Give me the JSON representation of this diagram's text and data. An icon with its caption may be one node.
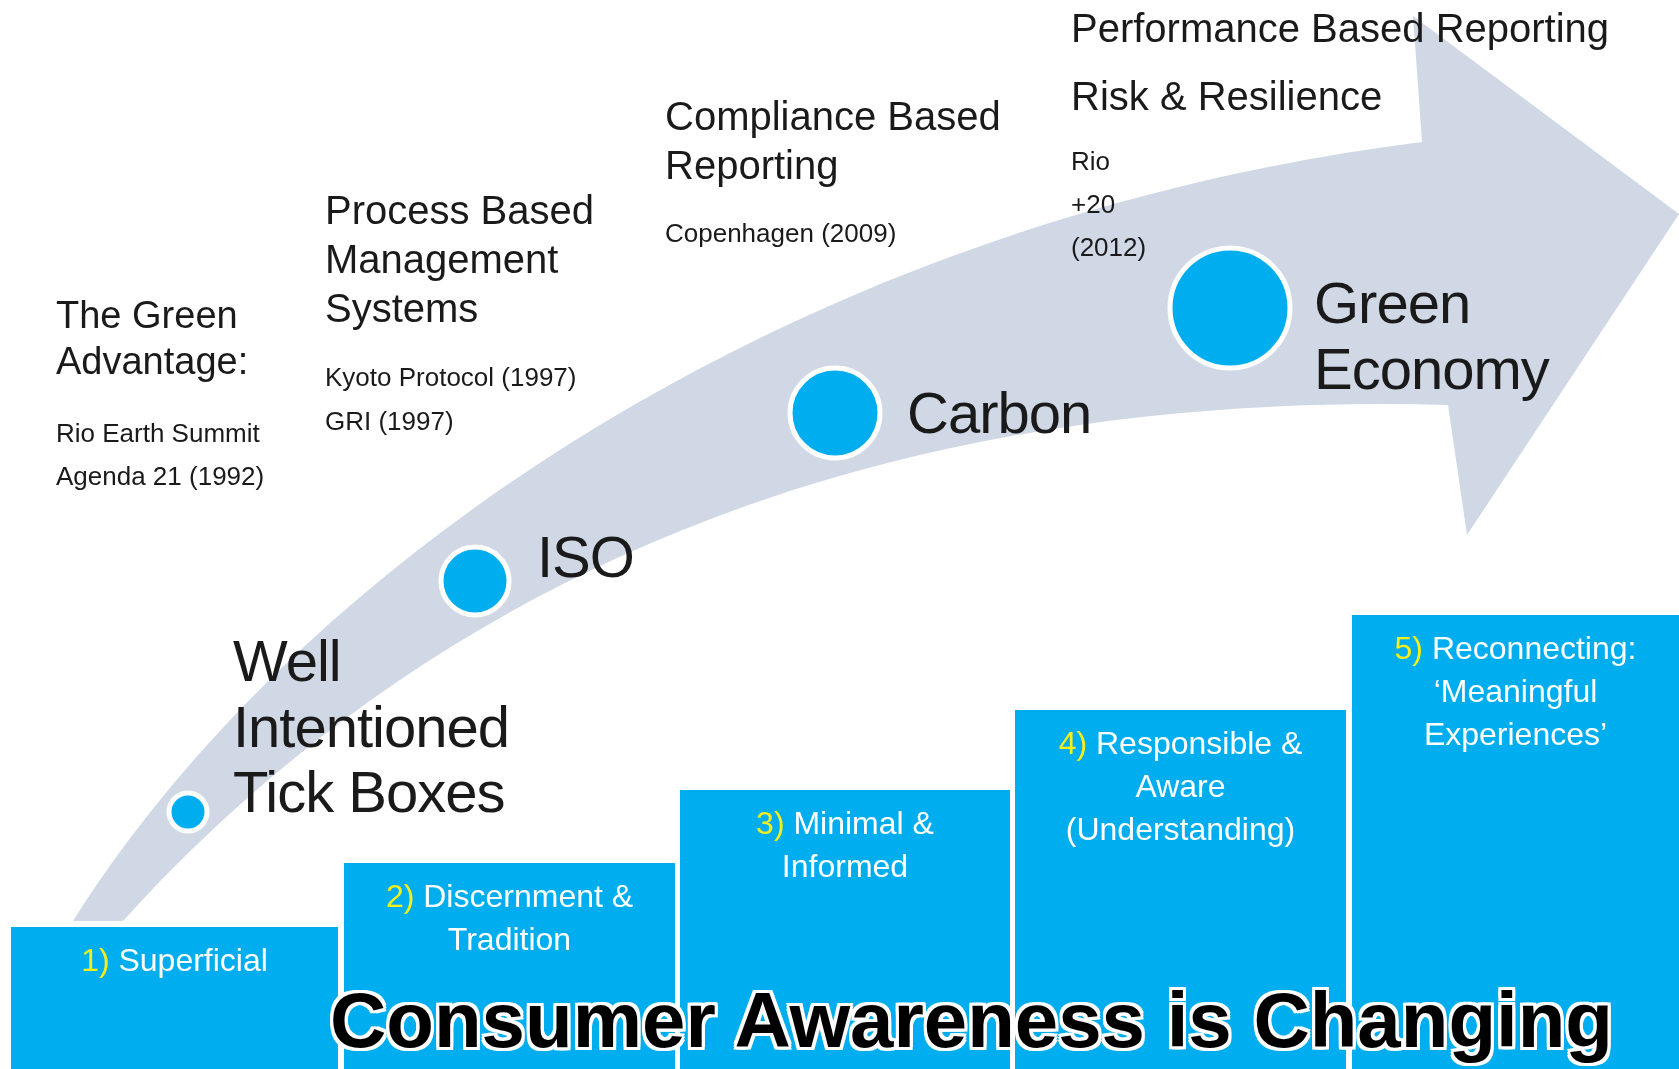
{
  "diagram": {
    "title": "Consumer Awareness is Changing",
    "nodes": [
      {
        "text": [],
        "shape": "circle",
        "beside": [
          "Well Intentioned Tick Boxes"
        ]
      },
      {
        "text": [],
        "shape": "circle",
        "beside": [
          "ISO"
        ]
      },
      {
        "text": [],
        "shape": "circle",
        "beside": [
          "Carbon"
        ]
      },
      {
        "text": [],
        "shape": "circle",
        "beside": [
          "Green Economy"
        ]
      },
      {
        "text": [
          "1)",
          "Superficial"
        ]
      },
      {
        "text": [
          "2)",
          "Discernment & Tradition"
        ]
      },
      {
        "text": [
          "3)",
          "Minimal & Informed"
        ]
      },
      {
        "text": [
          "4)",
          "Responsible & Aware (Understanding)"
        ]
      },
      {
        "text": [
          "5)",
          "Reconnecting: ‘Meaningful Experiences’"
        ]
      }
    ],
    "labels": [
      "The Green Advantage:",
      "Rio Earth Summit Agenda 21 (1992)",
      "Process Based Management Systems",
      "Kyoto Protocol (1997)",
      "GRI (1997)",
      "Compliance Based Reporting",
      "Copenhagen (2009)",
      "Performance Based Reporting",
      "Risk & Resilience",
      "Rio +20 (2012)"
    ]
  }
}
